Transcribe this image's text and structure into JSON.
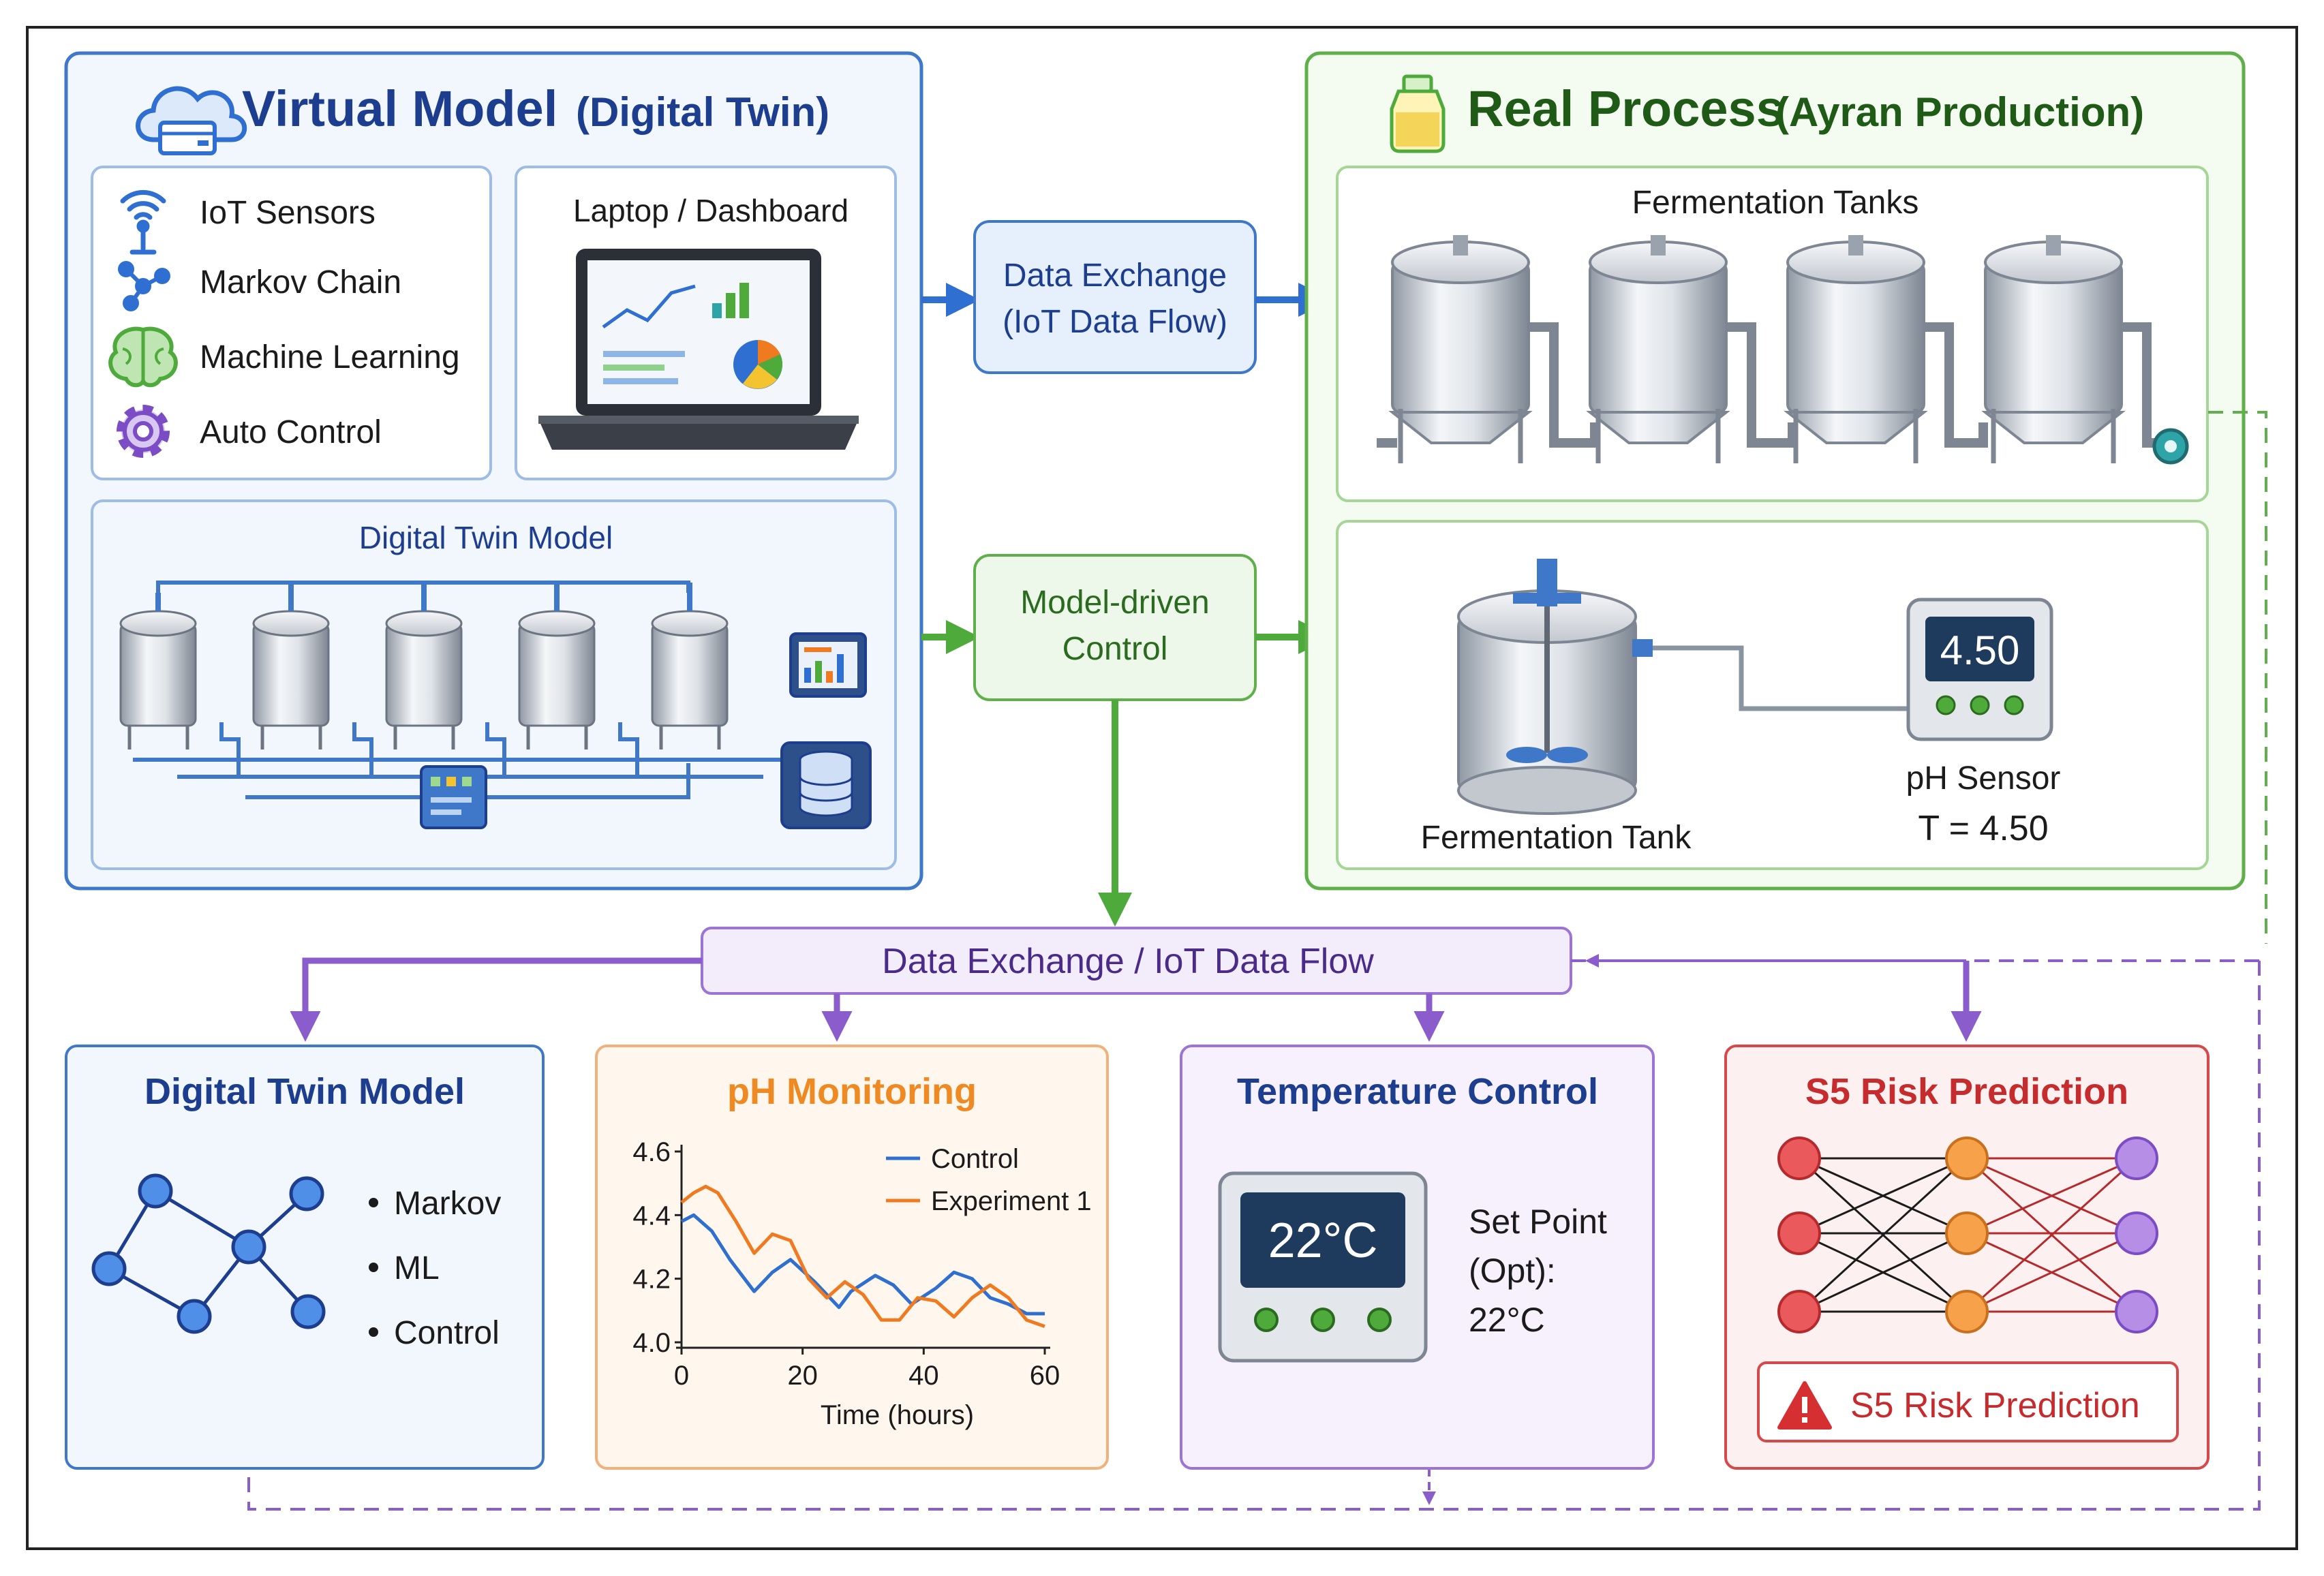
{
  "virtual_model": {
    "title": "Virtual Model",
    "subtitle": "(Digital Twin)",
    "features": [
      "IoT Sensors",
      "Markov Chain",
      "Machine Learning",
      "Auto Control"
    ],
    "dashboard_label": "Laptop / Dashboard",
    "twin_model_label": "Digital Twin Model"
  },
  "real_process": {
    "title": "Real Process",
    "subtitle": "(Ayran Production)",
    "tanks_label": "Fermentation Tanks",
    "tank_label": "Fermentation Tank",
    "ph_display": "4.50",
    "ph_sensor_label": "pH Sensor",
    "ph_reading": "T = 4.50"
  },
  "flow": {
    "data_exchange_line1": "Data Exchange",
    "data_exchange_line2": "(IoT Data Flow)",
    "model_control_line1": "Model-driven",
    "model_control_line2": "Control",
    "bus_label": "Data Exchange / IoT Data Flow"
  },
  "bottom": {
    "dt_title": "Digital Twin Model",
    "dt_items": [
      "Markov",
      "ML",
      "Control"
    ],
    "ph_title": "pH Monitoring",
    "temp_title": "Temperature Control",
    "temp_display": "22°C",
    "temp_setpoint_lines": [
      "Set Point",
      "(Opt):",
      "22°C"
    ],
    "risk_title": "S5 Risk Prediction",
    "risk_alert": "S5 Risk Prediction"
  },
  "chart_data": {
    "type": "line",
    "title": "pH Monitoring",
    "xlabel": "Time (hours)",
    "ylabel": "",
    "xlim": [
      0,
      60
    ],
    "ylim": [
      4.0,
      4.6
    ],
    "x_ticks": [
      0,
      20,
      40,
      60
    ],
    "y_ticks": [
      4.0,
      4.2,
      4.4,
      4.6
    ],
    "legend_position": "top-right",
    "series": [
      {
        "name": "Control",
        "color": "#2f6fd0",
        "x": [
          0,
          2,
          5,
          8,
          12,
          15,
          18,
          22,
          26,
          28,
          32,
          35,
          38,
          42,
          45,
          48,
          51,
          54,
          57,
          60
        ],
        "y": [
          4.38,
          4.4,
          4.35,
          4.26,
          4.16,
          4.22,
          4.26,
          4.19,
          4.11,
          4.16,
          4.21,
          4.18,
          4.12,
          4.17,
          4.22,
          4.2,
          4.14,
          4.12,
          4.09,
          4.09
        ]
      },
      {
        "name": "Experiment 1",
        "color": "#f07a20",
        "x": [
          0,
          2,
          4,
          6,
          9,
          12,
          15,
          18,
          21,
          24,
          27,
          30,
          33,
          36,
          39,
          42,
          45,
          48,
          51,
          54,
          57,
          60
        ],
        "y": [
          4.44,
          4.47,
          4.49,
          4.47,
          4.38,
          4.28,
          4.34,
          4.32,
          4.2,
          4.14,
          4.19,
          4.15,
          4.07,
          4.07,
          4.14,
          4.13,
          4.08,
          4.14,
          4.18,
          4.14,
          4.07,
          4.05
        ]
      }
    ]
  },
  "colors": {
    "virtual_blue": "#3f78c8",
    "real_green": "#5fb04a",
    "bus_purple": "#8a5ccc",
    "ph_orange": "#f0b27a",
    "risk_red": "#d6484a"
  },
  "icons": [
    "cloud-icon",
    "wifi-icon",
    "markov-chain-icon",
    "brain-icon",
    "gear-icon",
    "laptop-icon",
    "bottle-icon",
    "warning-icon"
  ]
}
